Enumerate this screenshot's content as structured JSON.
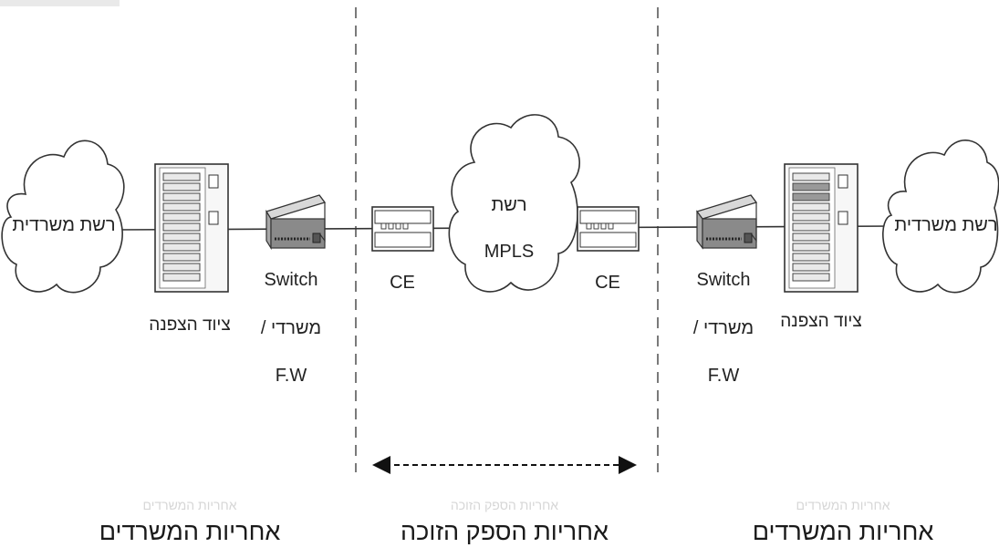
{
  "left": {
    "cloud_label": "רשת משרדית",
    "encryption_label": "ציוד הצפנה",
    "switch_line1": "Switch",
    "switch_line2": "משרדי /",
    "switch_line3": "F.W",
    "responsibility": "אחריות המשרדים"
  },
  "center": {
    "ce_left": "CE",
    "ce_right": "CE",
    "mpls_line1": "רשת",
    "mpls_line2": "MPLS",
    "responsibility": "אחריות הספק הזוכה"
  },
  "right": {
    "cloud_label": "רשת משרדית",
    "encryption_label": "ציוד הצפנה",
    "switch_line1": "Switch",
    "switch_line2": "משרדי /",
    "switch_line3": "F.W",
    "responsibility": "אחריות המשרדים"
  }
}
